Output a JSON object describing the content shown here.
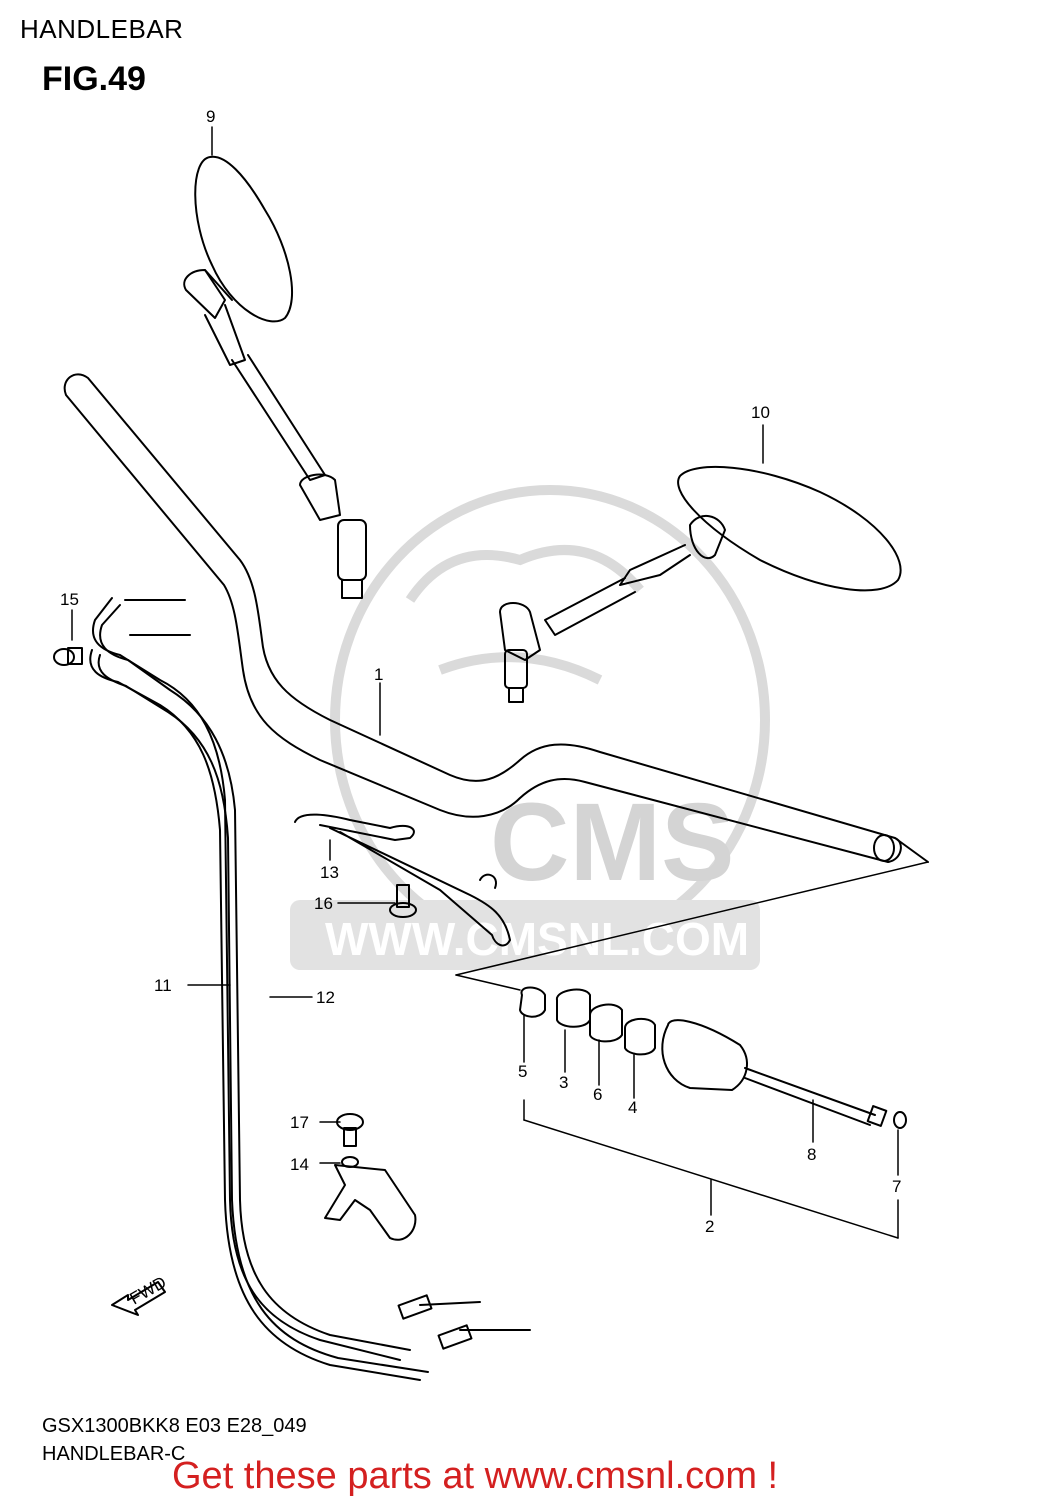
{
  "header": {
    "title": "HANDLEBAR",
    "figure": "FIG.49"
  },
  "diagram": {
    "callouts": [
      "1",
      "2",
      "3",
      "4",
      "5",
      "6",
      "7",
      "8",
      "9",
      "10",
      "11",
      "12",
      "13",
      "14",
      "15",
      "16",
      "17"
    ],
    "watermark": {
      "brand": "CMS",
      "url": "WWW.CMSNL.COM"
    },
    "direction_label": "FWD"
  },
  "footer": {
    "model_code": "GSX1300BKK8 E03 E28_049",
    "diagram_name": "HANDLEBAR-C",
    "cta": "Get these parts at www.cmsnl.com !"
  },
  "colors": {
    "line": "#000000",
    "watermark": "#d9d9d9",
    "cta": "#d42020"
  }
}
